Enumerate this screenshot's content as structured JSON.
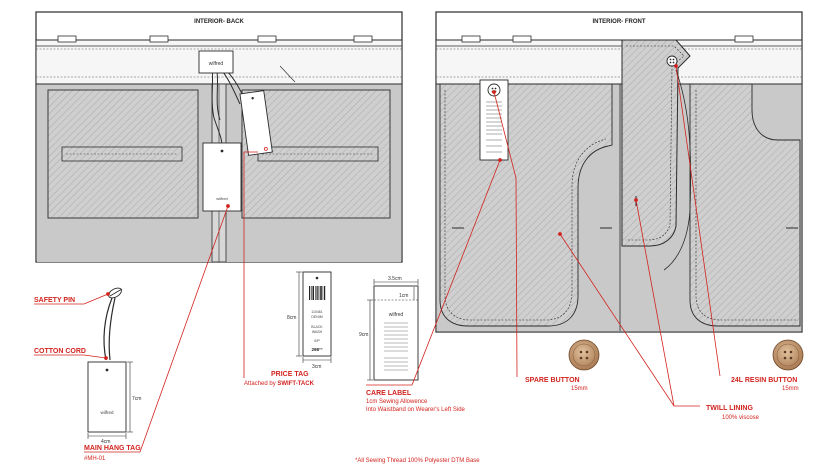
{
  "panels": {
    "back_title": "INTERIOR- BACK",
    "front_title": "INTERIOR- FRONT"
  },
  "labels": {
    "safety_pin": "SAFETY PIN",
    "cotton_cord": "COTTON CORD",
    "main_hang_tag": "MAIN HANG TAG",
    "main_hang_tag_code": "#MH-01",
    "price_tag": "PRICE TAG",
    "price_tag_note_prefix": "Attached by ",
    "price_tag_note_bold": "SWIFT-TACK",
    "care_label": "CARE LABEL",
    "care_label_note1": "1cm Sewing Allowence",
    "care_label_note2": "Into Waistband on Wearer's Left Side",
    "spare_button": "SPARE BUTTON",
    "spare_button_size": "15mm",
    "resin_button": "24L RESIN BUTTON",
    "resin_button_size": "15mm",
    "twill_lining": "TWILL LINING",
    "twill_lining_note": "100% viscose"
  },
  "dimensions": {
    "hang_tag_height": "7cm",
    "hang_tag_width": "4cm",
    "price_tag_height": "8cm",
    "price_tag_width": "3cm",
    "care_label_width": "3.5cm",
    "care_label_fold": "1cm",
    "care_label_height": "9cm"
  },
  "tags": {
    "brand": "wilfred",
    "price_tag_lines": [
      "110461",
      "DENIM",
      "BLACK",
      "WASH"
    ],
    "price_tag_size": "0/P",
    "price_tag_price": "298°°"
  },
  "footnote": "*All Sewing Thread 100% Polyester DTM Base",
  "colors": {
    "accent_red": "#d2231e",
    "lining_gray": "#c9c9c9",
    "line_dark": "#2b2b2b",
    "button_tan": "#c49a72"
  }
}
